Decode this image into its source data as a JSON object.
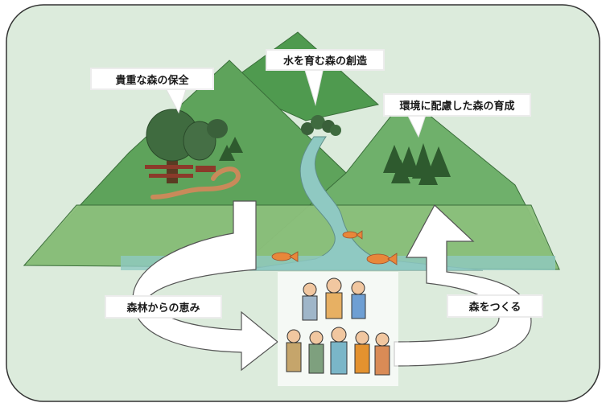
{
  "labels": {
    "preserve": "貴重な森の保全",
    "water_forest": "水を育む森の創造",
    "eco_forest": "環境に配慮した森の育成",
    "benefits": "森林からの恵み",
    "make_forest": "森をつくる"
  },
  "colors": {
    "frame_fill": "#dcebdc",
    "frame_stroke": "#333333",
    "mountain_far": "#4f9a4f",
    "mountain_near": "#6fb06b",
    "valley": "#8cc07c",
    "river": "#8fc9c2",
    "label_fill": "#ffffff",
    "label_border": "#ececec",
    "arrow_fill": "#ffffff",
    "arrow_stroke": "#555555",
    "fish": "#e8873a",
    "path": "#c98a5a"
  }
}
